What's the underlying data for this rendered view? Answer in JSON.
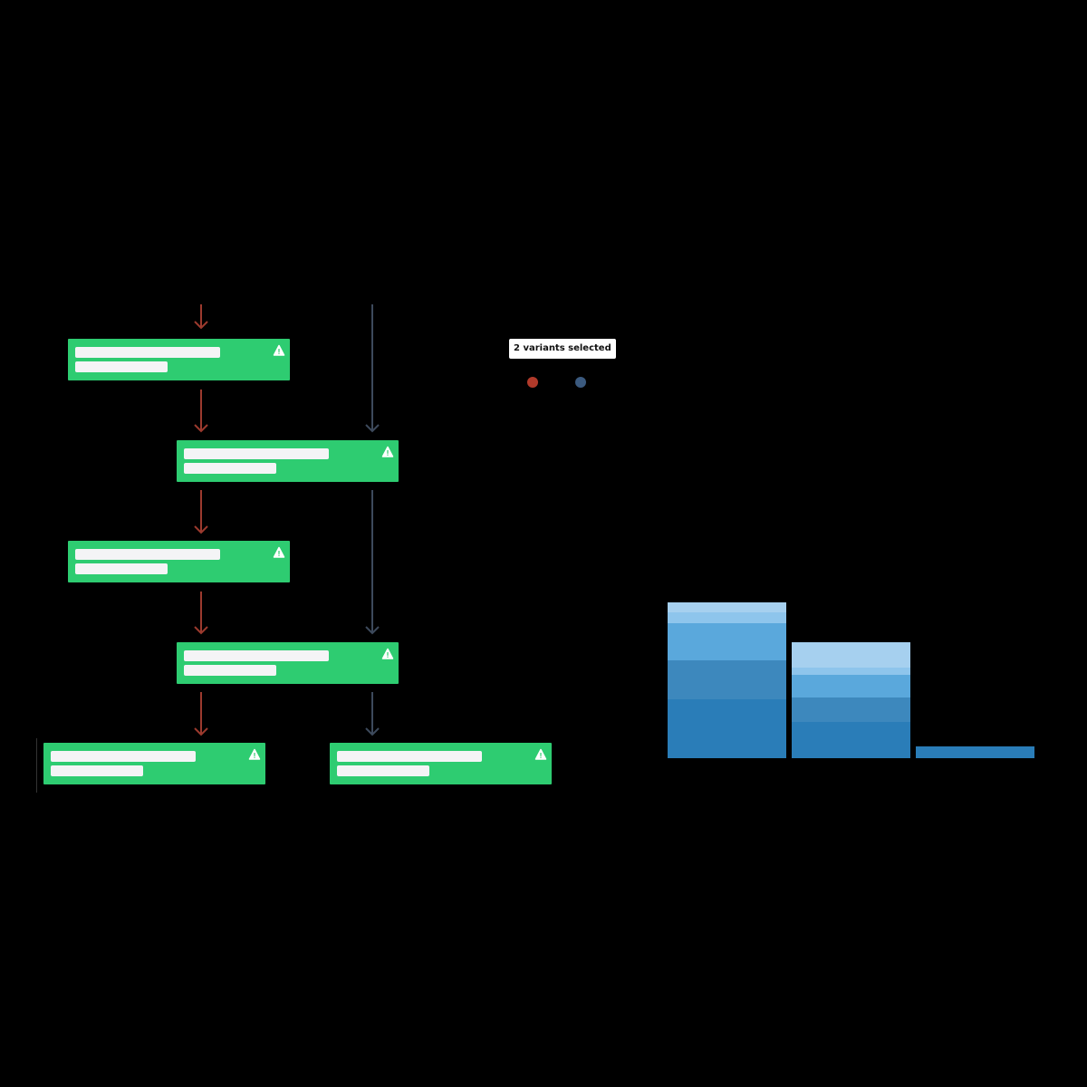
{
  "legend": {
    "tooltip": "2 variants selected",
    "variants": [
      {
        "color": "#b13a2a"
      },
      {
        "color": "#3b5a7f"
      }
    ]
  },
  "flow": {
    "node_color": "#2ecc71",
    "node_icon": "warning-icon",
    "nodes": [
      {
        "id": "n1",
        "paths": [
          "red"
        ]
      },
      {
        "id": "n2",
        "paths": [
          "red",
          "blue"
        ]
      },
      {
        "id": "n3",
        "paths": [
          "red"
        ]
      },
      {
        "id": "n4",
        "paths": [
          "red",
          "blue"
        ]
      },
      {
        "id": "n5",
        "paths": [
          "red"
        ]
      },
      {
        "id": "n6",
        "paths": [
          "blue"
        ]
      }
    ],
    "path_colors": {
      "red": "#9c3a2e",
      "blue": "#3d4a5c"
    }
  },
  "chart_data": {
    "type": "bar",
    "stacked": true,
    "grid": false,
    "categories": [
      "",
      "",
      ""
    ],
    "segment_colors": [
      "#2a7db8",
      "#3d88bd",
      "#5aa8dc",
      "#8ec5ec",
      "#a6d0ef"
    ],
    "stacks": [
      [
        65,
        43,
        41,
        12,
        11
      ],
      [
        40,
        27,
        25,
        8,
        28
      ],
      [
        13,
        0,
        0,
        0,
        0
      ]
    ]
  }
}
